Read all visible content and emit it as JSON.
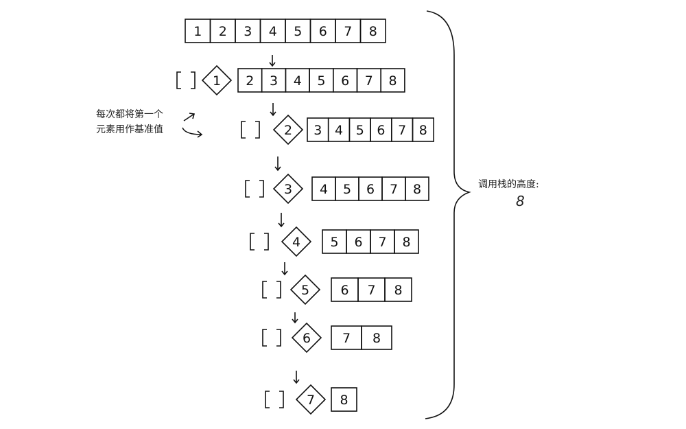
{
  "initial_array": [
    1,
    2,
    3,
    4,
    5,
    6,
    7,
    8
  ],
  "calls": [
    {
      "pivot": 1,
      "left": [],
      "right": [
        2,
        3,
        4,
        5,
        6,
        7,
        8
      ]
    },
    {
      "pivot": 2,
      "left": [],
      "right": [
        3,
        4,
        5,
        6,
        7,
        8
      ]
    },
    {
      "pivot": 3,
      "left": [],
      "right": [
        4,
        5,
        6,
        7,
        8
      ]
    },
    {
      "pivot": 4,
      "left": [],
      "right": [
        5,
        6,
        7,
        8
      ]
    },
    {
      "pivot": 5,
      "left": [],
      "right": [
        6,
        7,
        8
      ]
    },
    {
      "pivot": 6,
      "left": [],
      "right": [
        7,
        8
      ]
    },
    {
      "pivot": 7,
      "left": [],
      "right": [
        8
      ]
    }
  ],
  "annotation": {
    "line1": "每次都将第一个",
    "line2": "元素用作基准值"
  },
  "stack_height": {
    "label": "调用栈的高度:",
    "value": "8"
  }
}
